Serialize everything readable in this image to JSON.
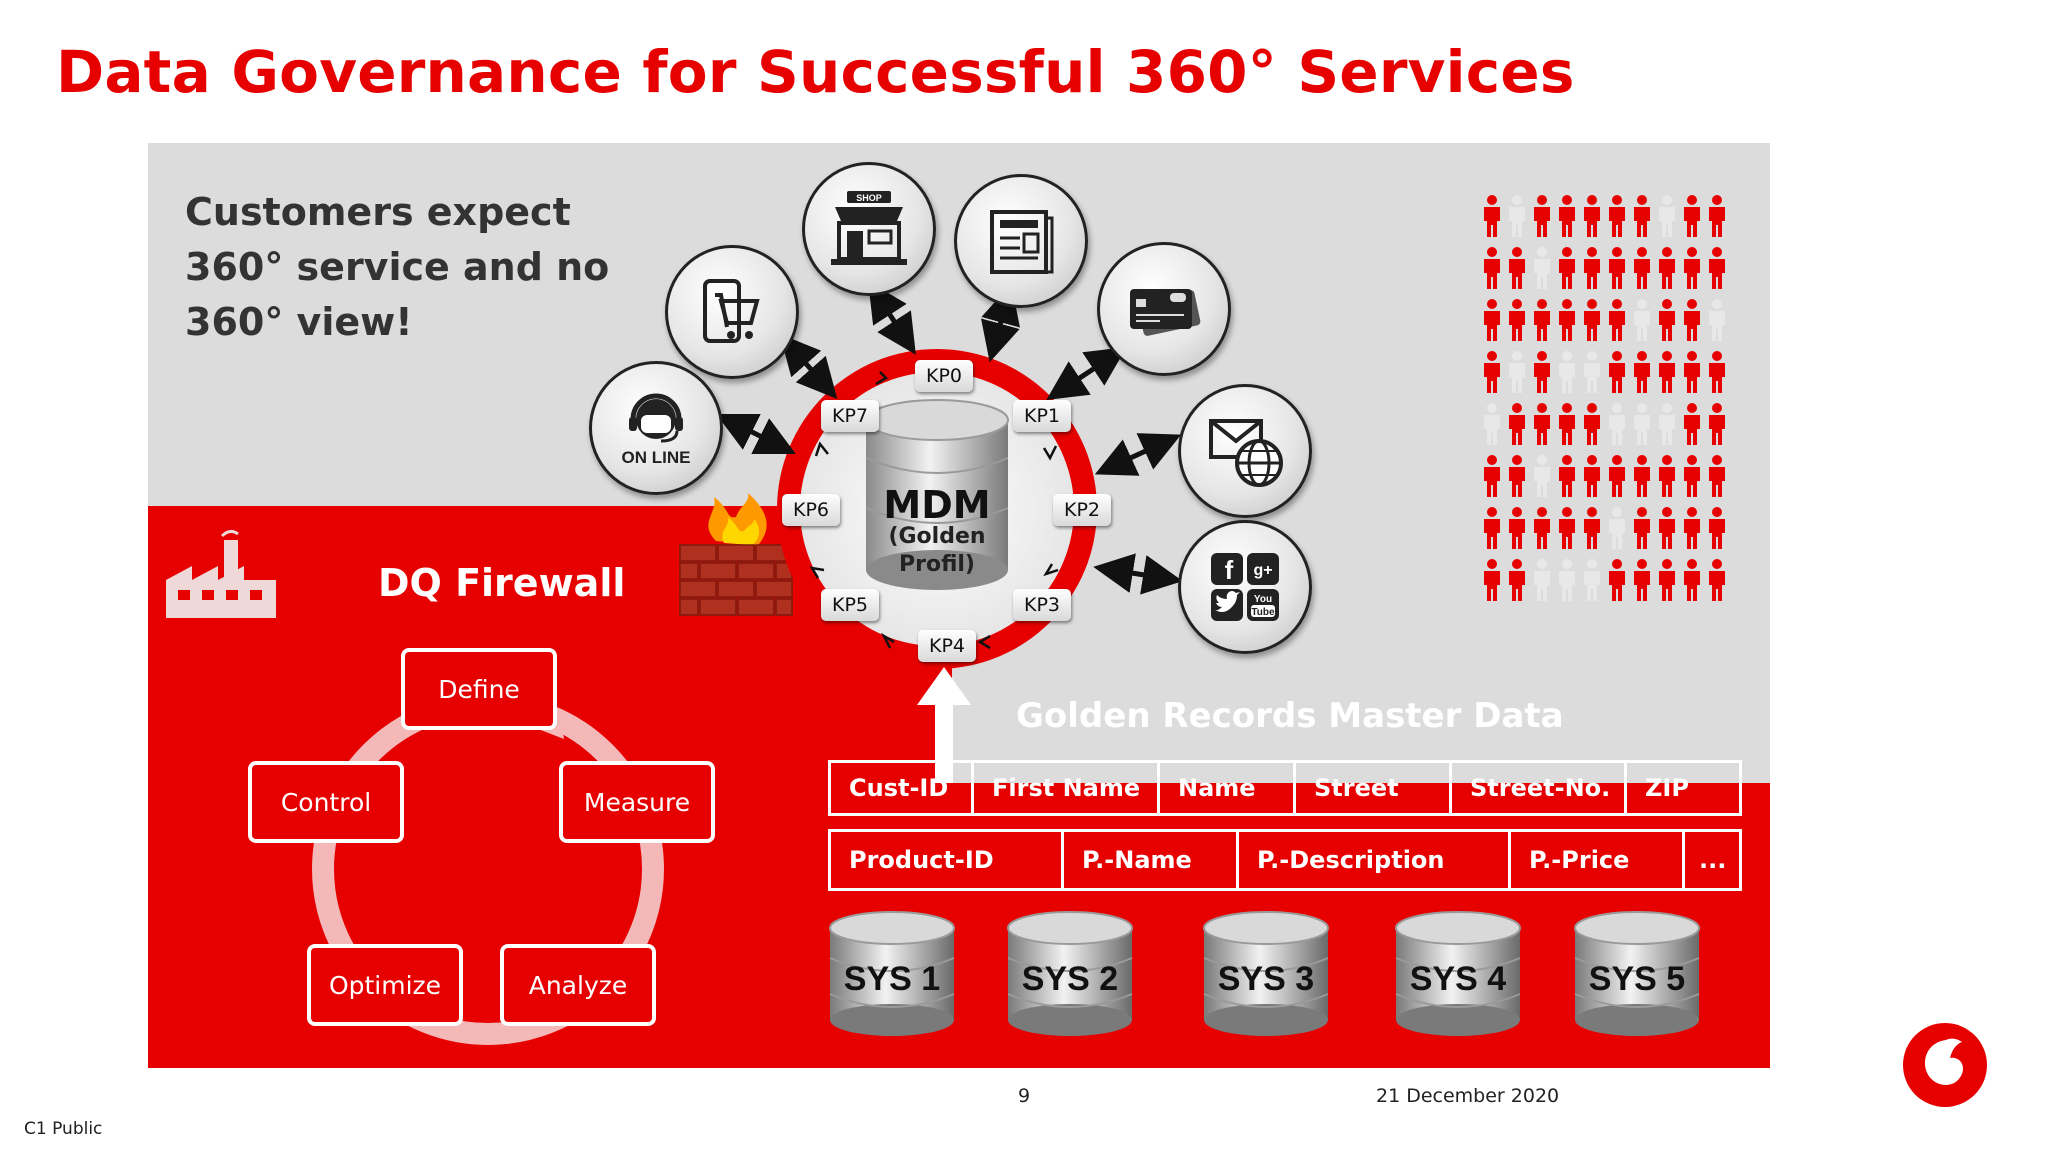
{
  "slide": {
    "title": "Data Governance for Successful 360° Services",
    "page_number": "9",
    "date": "21 December 2020",
    "classification": "C1 Public"
  },
  "top_text": {
    "line1": "Customers expect",
    "line2": "360° service and no",
    "line3": "360° view!"
  },
  "mdm": {
    "title": "MDM",
    "subtitle1": "(Golden",
    "subtitle2": "Profil)",
    "touchpoints": [
      "KP0",
      "KP1",
      "KP2",
      "KP3",
      "KP4",
      "KP5",
      "KP6",
      "KP7"
    ]
  },
  "channels": {
    "online_label": "ON LINE",
    "shop_label": "SHOP",
    "social_you": "You",
    "social_tube": "Tube",
    "social_f": "f",
    "social_gplus": "g+"
  },
  "firewall": {
    "title": "DQ Firewall"
  },
  "dq_cycle": [
    "Define",
    "Measure",
    "Analyze",
    "Optimize",
    "Control"
  ],
  "golden_records": {
    "title": "Golden Records Master Data",
    "customer_columns": [
      "Cust-ID",
      "First Name",
      "Name",
      "Street",
      "Street-No.",
      "ZIP"
    ],
    "product_columns": [
      "Product-ID",
      "P.-Name",
      "P.-Description",
      "P.-Price",
      "..."
    ]
  },
  "systems": [
    "SYS 1",
    "SYS 2",
    "SYS 3",
    "SYS 4",
    "SYS 5"
  ],
  "colors": {
    "brand_red": "#e60000",
    "panel_grey": "#dcdcdc",
    "title_red": "#e60000"
  },
  "people_grid": {
    "rows": 8,
    "cols": 10,
    "faded": [
      [
        0,
        1
      ],
      [
        0,
        7
      ],
      [
        1,
        2
      ],
      [
        2,
        6
      ],
      [
        2,
        9
      ],
      [
        3,
        1
      ],
      [
        3,
        3
      ],
      [
        3,
        4
      ],
      [
        4,
        0
      ],
      [
        4,
        5
      ],
      [
        4,
        6
      ],
      [
        4,
        7
      ],
      [
        5,
        2
      ],
      [
        6,
        5
      ],
      [
        7,
        2
      ],
      [
        7,
        3
      ],
      [
        7,
        4
      ]
    ]
  }
}
